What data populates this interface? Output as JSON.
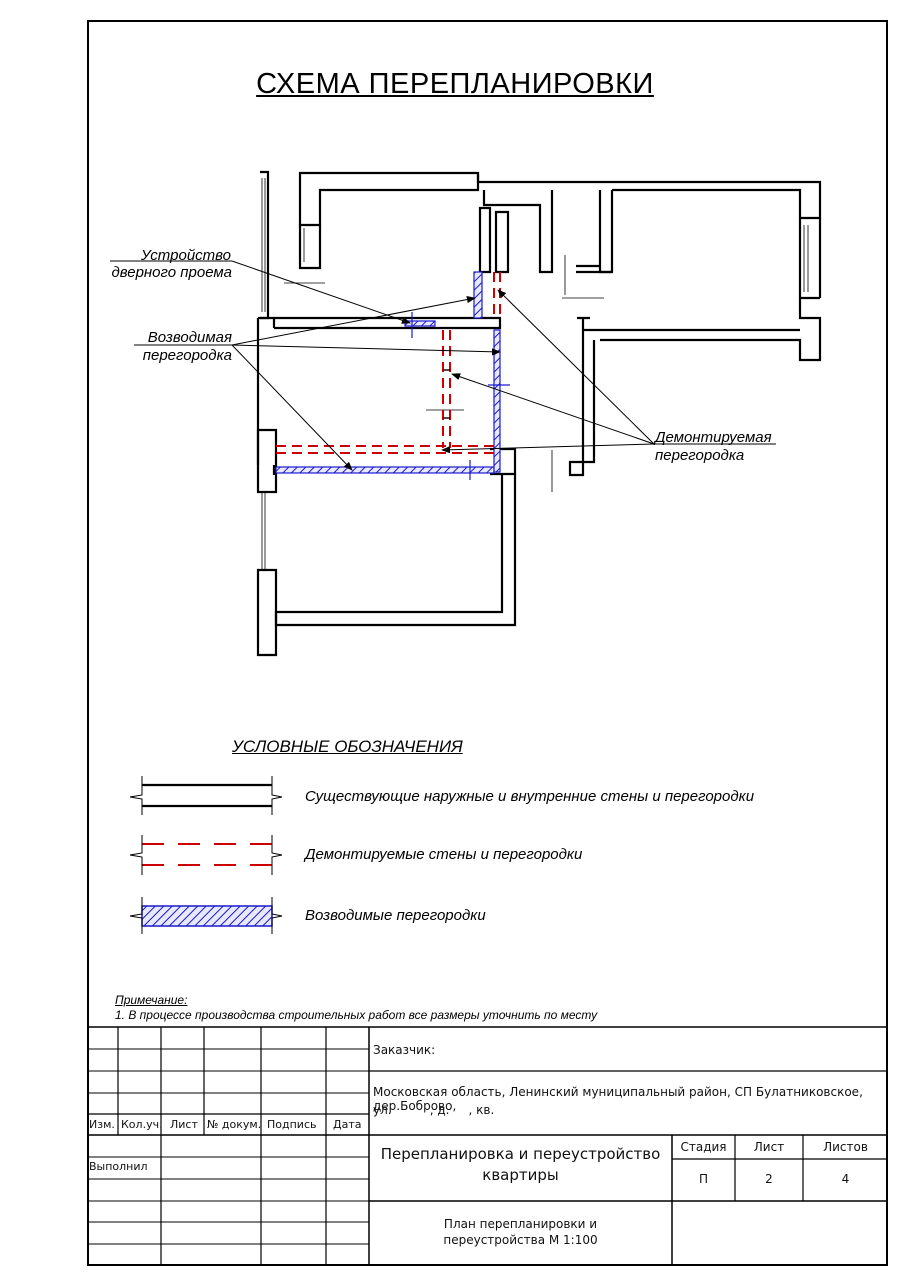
{
  "title": "СХЕМА ПЕРЕПЛАНИРОВКИ",
  "callouts": {
    "door_opening": [
      "Устройство",
      "дверного проема"
    ],
    "new_partition": [
      "Возводимая",
      "перегородка"
    ],
    "demolished_partition": [
      "Демонтируемая",
      "перегородка"
    ]
  },
  "legend": {
    "title": "УСЛОВНЫЕ ОБОЗНАЧЕНИЯ",
    "items": [
      {
        "label": "Существующие наружные и внутренние стены и перегородки"
      },
      {
        "label": "Демонтируемые стены и перегородки"
      },
      {
        "label": "Возводимые перегородки"
      }
    ]
  },
  "note": {
    "title": "Примечание:",
    "text": "1. В процессе производства строительных работ все размеры уточнить по месту"
  },
  "title_block": {
    "headers": [
      "Изм.",
      "Кол.уч.",
      "Лист",
      "№ докум.",
      "Подпись",
      "Дата"
    ],
    "performed_by": "Выполнил",
    "customer_label": "Заказчик:",
    "address_line1": "Московская область, Ленинский муниципальный район, СП Булатниковское, дер.Боброво,",
    "address_line2": "ул.          , д.     , кв.",
    "project_title_line1": "Перепланировка и переустройство",
    "project_title_line2": "квартиры",
    "stage_label": "Стадия",
    "sheet_label": "Лист",
    "sheets_label": "Листов",
    "stage_value": "П",
    "sheet_value": "2",
    "sheets_value": "4",
    "drawing_title_line1": "План перепланировки и",
    "drawing_title_line2": "переустройства М 1:100"
  },
  "colors": {
    "existing_wall": "#000000",
    "demolished": "#cc0000",
    "new_partition": "#1a1acc"
  }
}
